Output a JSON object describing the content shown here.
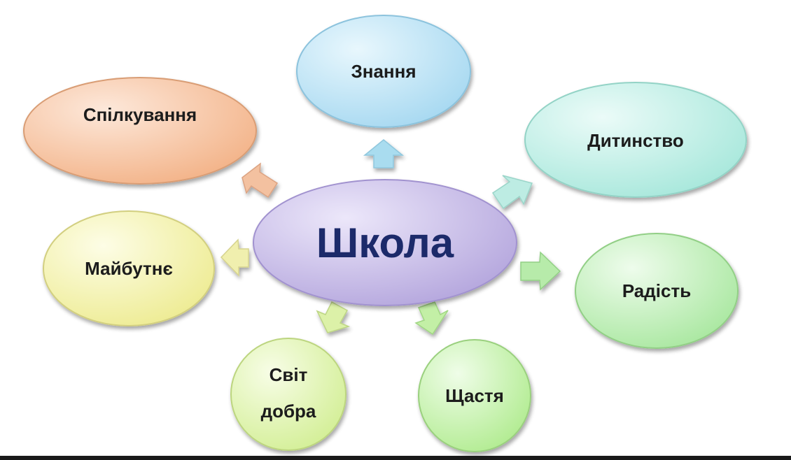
{
  "center": {
    "label": "Школа",
    "color": "#c8bce8"
  },
  "nodes": {
    "knowledge": {
      "label": "Знання",
      "color": "#bfe4f5"
    },
    "communication": {
      "label": "Спілкування",
      "color": "#f6c9a8"
    },
    "childhood": {
      "label": "Дитинство",
      "color": "#c4f0e8"
    },
    "future": {
      "label": "Майбутнє",
      "color": "#f6f5b0"
    },
    "joy": {
      "label": "Радість",
      "color": "#c9f2c3"
    },
    "world_of_good": {
      "line1": "Світ",
      "line2": "добра",
      "color": "#e4f5b8"
    },
    "happiness": {
      "label": "Щастя",
      "color": "#cdf5b5"
    }
  }
}
